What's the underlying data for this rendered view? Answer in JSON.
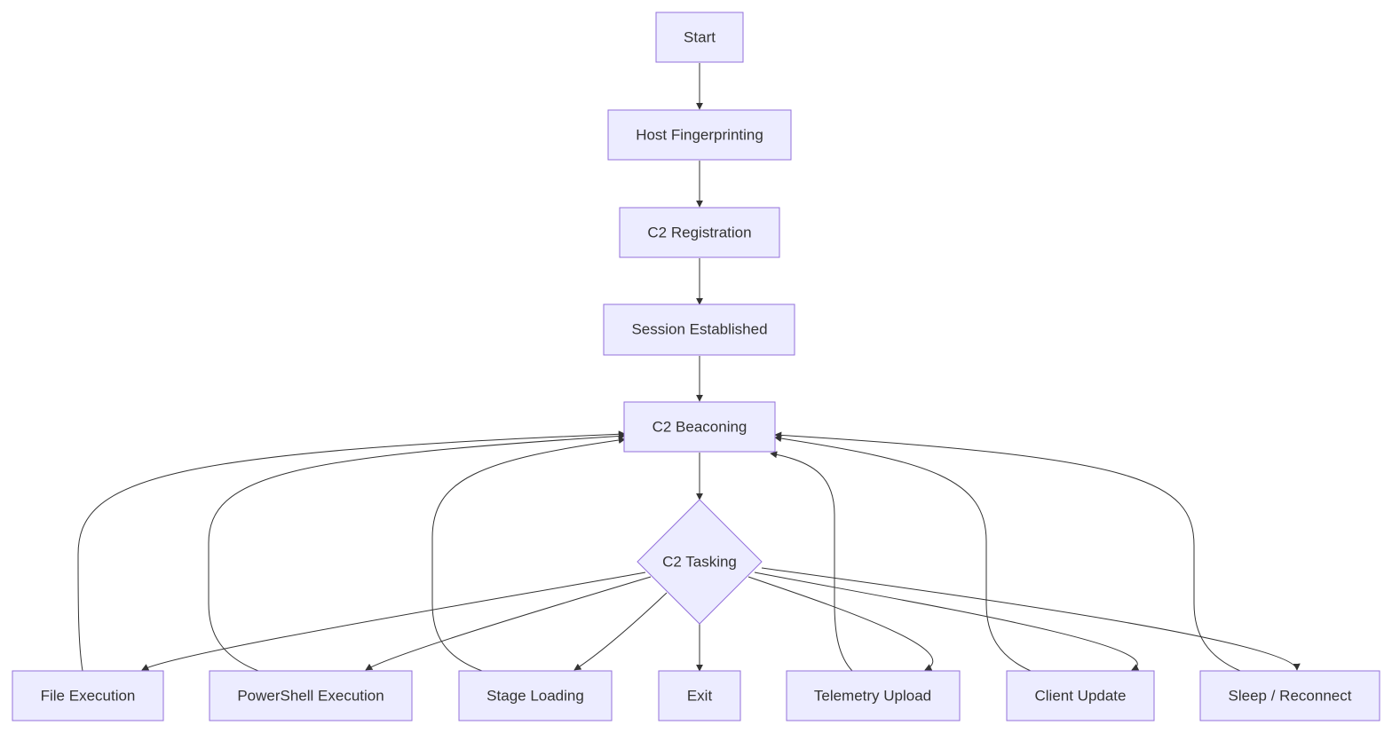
{
  "diagram": {
    "colors": {
      "node_fill": "#ececff",
      "node_stroke": "#9370db",
      "edge": "#333333",
      "text": "#333333"
    },
    "nodes": {
      "start": "Start",
      "host_fingerprinting": "Host Fingerprinting",
      "c2_registration": "C2 Registration",
      "session_established": "Session Established",
      "c2_beaconing": "C2 Beaconing",
      "c2_tasking": "C2 Tasking",
      "file_execution": "File Execution",
      "powershell_execution": "PowerShell Execution",
      "stage_loading": "Stage Loading",
      "exit": "Exit",
      "telemetry_upload": "Telemetry Upload",
      "client_update": "Client Update",
      "sleep_reconnect": "Sleep / Reconnect"
    },
    "edges": [
      {
        "from": "start",
        "to": "host_fingerprinting"
      },
      {
        "from": "host_fingerprinting",
        "to": "c2_registration"
      },
      {
        "from": "c2_registration",
        "to": "session_established"
      },
      {
        "from": "session_established",
        "to": "c2_beaconing"
      },
      {
        "from": "c2_beaconing",
        "to": "c2_tasking"
      },
      {
        "from": "c2_tasking",
        "to": "file_execution"
      },
      {
        "from": "c2_tasking",
        "to": "powershell_execution"
      },
      {
        "from": "c2_tasking",
        "to": "stage_loading"
      },
      {
        "from": "c2_tasking",
        "to": "exit"
      },
      {
        "from": "c2_tasking",
        "to": "telemetry_upload"
      },
      {
        "from": "c2_tasking",
        "to": "client_update"
      },
      {
        "from": "c2_tasking",
        "to": "sleep_reconnect"
      },
      {
        "from": "file_execution",
        "to": "c2_beaconing"
      },
      {
        "from": "powershell_execution",
        "to": "c2_beaconing"
      },
      {
        "from": "stage_loading",
        "to": "c2_beaconing"
      },
      {
        "from": "telemetry_upload",
        "to": "c2_beaconing"
      },
      {
        "from": "client_update",
        "to": "c2_beaconing"
      },
      {
        "from": "sleep_reconnect",
        "to": "c2_beaconing"
      }
    ]
  }
}
